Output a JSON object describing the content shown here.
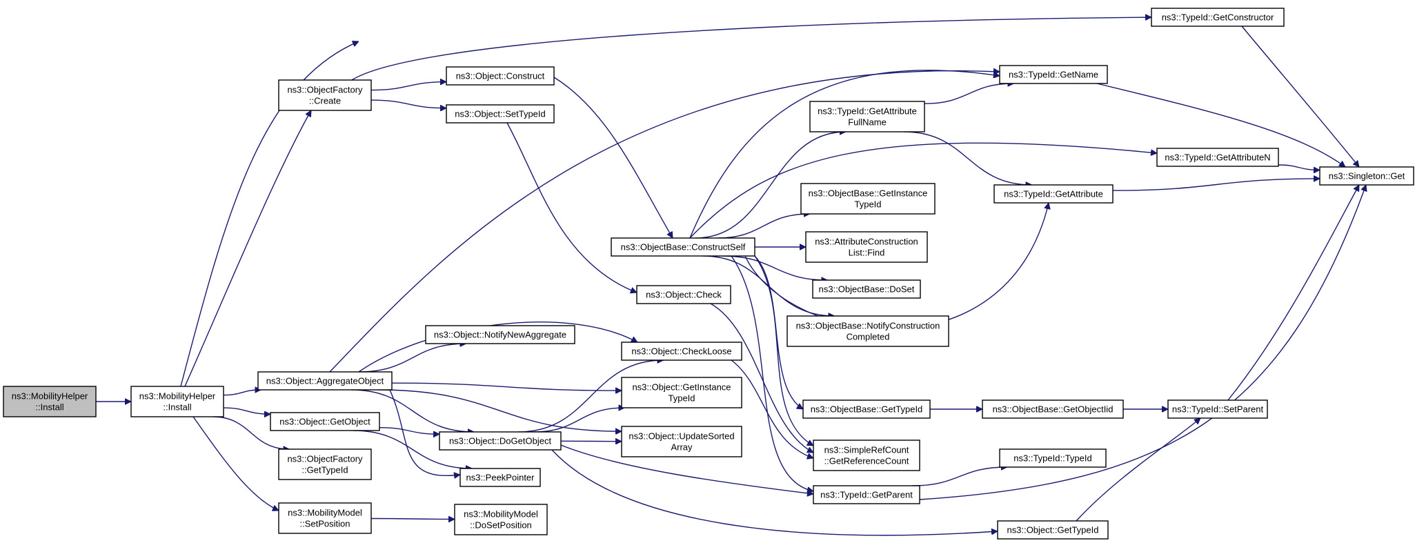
{
  "graph": {
    "nodes": [
      {
        "id": "root",
        "lines": [
          "ns3::MobilityHelper",
          "::Install"
        ],
        "root": true
      },
      {
        "id": "mh_install",
        "lines": [
          "ns3::MobilityHelper",
          "::Install"
        ]
      },
      {
        "id": "of_create",
        "lines": [
          "ns3::ObjectFactory",
          "::Create"
        ]
      },
      {
        "id": "obj_aggregate",
        "lines": [
          "ns3::Object::AggregateObject"
        ]
      },
      {
        "id": "obj_getobject",
        "lines": [
          "ns3::Object::GetObject"
        ]
      },
      {
        "id": "of_gettypeid",
        "lines": [
          "ns3::ObjectFactory",
          "::GetTypeId"
        ]
      },
      {
        "id": "mm_setpos",
        "lines": [
          "ns3::MobilityModel",
          "::SetPosition"
        ]
      },
      {
        "id": "obj_construct",
        "lines": [
          "ns3::Object::Construct"
        ]
      },
      {
        "id": "obj_settypeid",
        "lines": [
          "ns3::Object::SetTypeId"
        ]
      },
      {
        "id": "obj_notifynew",
        "lines": [
          "ns3::Object::NotifyNewAggregate"
        ]
      },
      {
        "id": "obj_dogetobject",
        "lines": [
          "ns3::Object::DoGetObject"
        ]
      },
      {
        "id": "peekpointer",
        "lines": [
          "ns3::PeekPointer"
        ]
      },
      {
        "id": "mm_dosetpos",
        "lines": [
          "ns3::MobilityModel",
          "::DoSetPosition"
        ]
      },
      {
        "id": "ob_constructself",
        "lines": [
          "ns3::ObjectBase::ConstructSelf"
        ]
      },
      {
        "id": "obj_check",
        "lines": [
          "ns3::Object::Check"
        ]
      },
      {
        "id": "obj_checkloose",
        "lines": [
          "ns3::Object::CheckLoose"
        ]
      },
      {
        "id": "obj_getinstance",
        "lines": [
          "ns3::Object::GetInstance",
          "TypeId"
        ]
      },
      {
        "id": "obj_updatesorted",
        "lines": [
          "ns3::Object::UpdateSorted",
          "Array"
        ]
      },
      {
        "id": "tid_getattrfull",
        "lines": [
          "ns3::TypeId::GetAttribute",
          "FullName"
        ]
      },
      {
        "id": "ob_getinstance",
        "lines": [
          "ns3::ObjectBase::GetInstance",
          "TypeId"
        ]
      },
      {
        "id": "acl_find",
        "lines": [
          "ns3::AttributeConstruction",
          "List::Find"
        ]
      },
      {
        "id": "ob_doset",
        "lines": [
          "ns3::ObjectBase::DoSet"
        ]
      },
      {
        "id": "ob_notifyconstr",
        "lines": [
          "ns3::ObjectBase::NotifyConstruction",
          "Completed"
        ]
      },
      {
        "id": "ob_gettypeid",
        "lines": [
          "ns3::ObjectBase::GetTypeId"
        ]
      },
      {
        "id": "src_getrefcount",
        "lines": [
          "ns3::SimpleRefCount",
          "::GetReferenceCount"
        ]
      },
      {
        "id": "tid_getparent",
        "lines": [
          "ns3::TypeId::GetParent"
        ]
      },
      {
        "id": "tid_getconstructor",
        "lines": [
          "ns3::TypeId::GetConstructor"
        ]
      },
      {
        "id": "tid_getname",
        "lines": [
          "ns3::TypeId::GetName"
        ]
      },
      {
        "id": "tid_getattribute",
        "lines": [
          "ns3::TypeId::GetAttribute"
        ]
      },
      {
        "id": "tid_getattributen",
        "lines": [
          "ns3::TypeId::GetAttributeN"
        ]
      },
      {
        "id": "ob_getobjectiid",
        "lines": [
          "ns3::ObjectBase::GetObjectIid"
        ]
      },
      {
        "id": "tid_typeid",
        "lines": [
          "ns3::TypeId::TypeId"
        ]
      },
      {
        "id": "obj_gettypeid",
        "lines": [
          "ns3::Object::GetTypeId"
        ]
      },
      {
        "id": "tid_setparent",
        "lines": [
          "ns3::TypeId::SetParent"
        ]
      },
      {
        "id": "singleton_get",
        "lines": [
          "ns3::Singleton::Get"
        ]
      }
    ],
    "edges": [
      {
        "from": "root",
        "to": "mh_install"
      },
      {
        "from": "mh_install",
        "to": "of_create"
      },
      {
        "from": "mh_install",
        "to": "tid_getname"
      },
      {
        "from": "mh_install",
        "to": "obj_aggregate"
      },
      {
        "from": "mh_install",
        "to": "obj_getobject"
      },
      {
        "from": "mh_install",
        "to": "of_gettypeid"
      },
      {
        "from": "mh_install",
        "to": "mm_setpos"
      },
      {
        "from": "of_create",
        "to": "tid_getconstructor"
      },
      {
        "from": "of_create",
        "to": "obj_construct"
      },
      {
        "from": "of_create",
        "to": "obj_settypeid"
      },
      {
        "from": "obj_construct",
        "to": "ob_constructself"
      },
      {
        "from": "obj_settypeid",
        "to": "obj_check"
      },
      {
        "from": "obj_aggregate",
        "to": "tid_getname"
      },
      {
        "from": "obj_aggregate",
        "to": "obj_checkloose"
      },
      {
        "from": "obj_aggregate",
        "to": "obj_notifynew"
      },
      {
        "from": "obj_aggregate",
        "to": "obj_getinstance"
      },
      {
        "from": "obj_aggregate",
        "to": "obj_updatesorted"
      },
      {
        "from": "obj_aggregate",
        "to": "obj_dogetobject"
      },
      {
        "from": "obj_aggregate",
        "to": "peekpointer"
      },
      {
        "from": "obj_getobject",
        "to": "obj_dogetobject"
      },
      {
        "from": "obj_getobject",
        "to": "peekpointer"
      },
      {
        "from": "obj_dogetobject",
        "to": "obj_checkloose"
      },
      {
        "from": "obj_dogetobject",
        "to": "obj_getinstance"
      },
      {
        "from": "obj_dogetobject",
        "to": "obj_updatesorted"
      },
      {
        "from": "obj_dogetobject",
        "to": "tid_getparent"
      },
      {
        "from": "obj_dogetobject",
        "to": "obj_gettypeid"
      },
      {
        "from": "mm_setpos",
        "to": "mm_dosetpos"
      },
      {
        "from": "ob_constructself",
        "to": "tid_getname"
      },
      {
        "from": "ob_constructself",
        "to": "tid_getattrfull"
      },
      {
        "from": "ob_constructself",
        "to": "tid_getattributen"
      },
      {
        "from": "ob_constructself",
        "to": "tid_getattribute"
      },
      {
        "from": "ob_constructself",
        "to": "ob_getinstance"
      },
      {
        "from": "ob_constructself",
        "to": "acl_find"
      },
      {
        "from": "ob_constructself",
        "to": "ob_doset"
      },
      {
        "from": "ob_constructself",
        "to": "ob_notifyconstr"
      },
      {
        "from": "ob_constructself",
        "to": "ob_gettypeid"
      },
      {
        "from": "ob_constructself",
        "to": "src_getrefcount"
      },
      {
        "from": "ob_constructself",
        "to": "tid_getparent"
      },
      {
        "from": "obj_check",
        "to": "src_getrefcount"
      },
      {
        "from": "obj_checkloose",
        "to": "src_getrefcount"
      },
      {
        "from": "tid_getattrfull",
        "to": "tid_getname"
      },
      {
        "from": "tid_getattrfull",
        "to": "tid_getattribute"
      },
      {
        "from": "ob_gettypeid",
        "to": "ob_getobjectiid"
      },
      {
        "from": "ob_getobjectiid",
        "to": "tid_setparent"
      },
      {
        "from": "tid_getparent",
        "to": "tid_typeid"
      },
      {
        "from": "tid_getparent",
        "to": "singleton_get"
      },
      {
        "from": "obj_gettypeid",
        "to": "tid_setparent"
      },
      {
        "from": "tid_setparent",
        "to": "singleton_get"
      },
      {
        "from": "tid_getconstructor",
        "to": "singleton_get"
      },
      {
        "from": "tid_getname",
        "to": "singleton_get"
      },
      {
        "from": "tid_getattributen",
        "to": "singleton_get"
      },
      {
        "from": "tid_getattribute",
        "to": "singleton_get"
      }
    ]
  }
}
